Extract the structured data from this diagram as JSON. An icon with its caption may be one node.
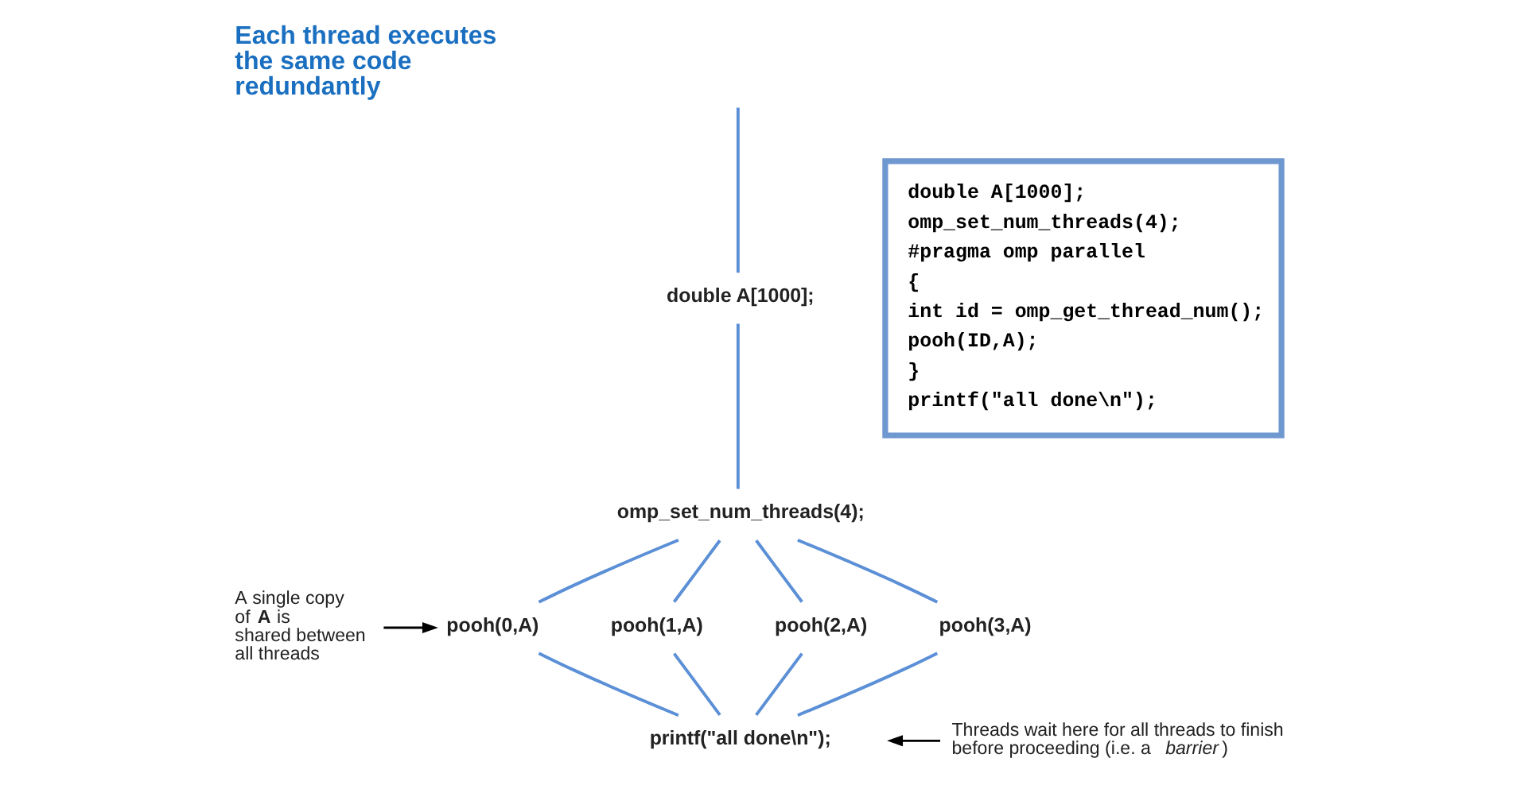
{
  "diagram": {
    "title": "Each thread executes the same code redundantly",
    "nodes": [
      {
        "text": [
          "double A[1000];",
          "omp_set_num_threads(4);",
          "#pragma omp parallel",
          "{",
          "int id = omp_get_thread_num();",
          "pooh(ID,A);",
          "}",
          "printf(\"all done\\n\");"
        ]
      },
      {
        "text": [
          "double A[1000];"
        ]
      },
      {
        "text": [
          "omp_set_num_threads(4);"
        ]
      },
      {
        "text": [
          "pooh(0,A)"
        ]
      },
      {
        "text": [
          "pooh(1,A)"
        ]
      },
      {
        "text": [
          "pooh(2,A)"
        ]
      },
      {
        "text": [
          "pooh(3,A)"
        ]
      },
      {
        "text": [
          "printf(\"all done\\n\");"
        ]
      },
      {
        "text": [
          "A single copy of **A** is shared between all threads"
        ]
      },
      {
        "text": [
          "Threads wait here for all threads to finish before proceeding (i.e. a *barrier*)"
        ]
      }
    ],
    "edges": [
      {
        "from": null,
        "to": 1,
        "arrow": "none"
      },
      {
        "from": 1,
        "to": 2,
        "arrow": "none"
      },
      {
        "from": 2,
        "to": 3,
        "arrow": "none"
      },
      {
        "from": 2,
        "to": 4,
        "arrow": "none"
      },
      {
        "from": 2,
        "to": 5,
        "arrow": "none"
      },
      {
        "from": 2,
        "to": 6,
        "arrow": "none"
      },
      {
        "from": 3,
        "to": 7,
        "arrow": "none"
      },
      {
        "from": 4,
        "to": 7,
        "arrow": "none"
      },
      {
        "from": 5,
        "to": 7,
        "arrow": "none"
      },
      {
        "from": 6,
        "to": 7,
        "arrow": "none"
      },
      {
        "from": 8,
        "to": 3,
        "arrow": "to",
        "color": "#000000"
      },
      {
        "from": 9,
        "to": null,
        "arrow": "to",
        "color": "#000000"
      }
    ]
  }
}
